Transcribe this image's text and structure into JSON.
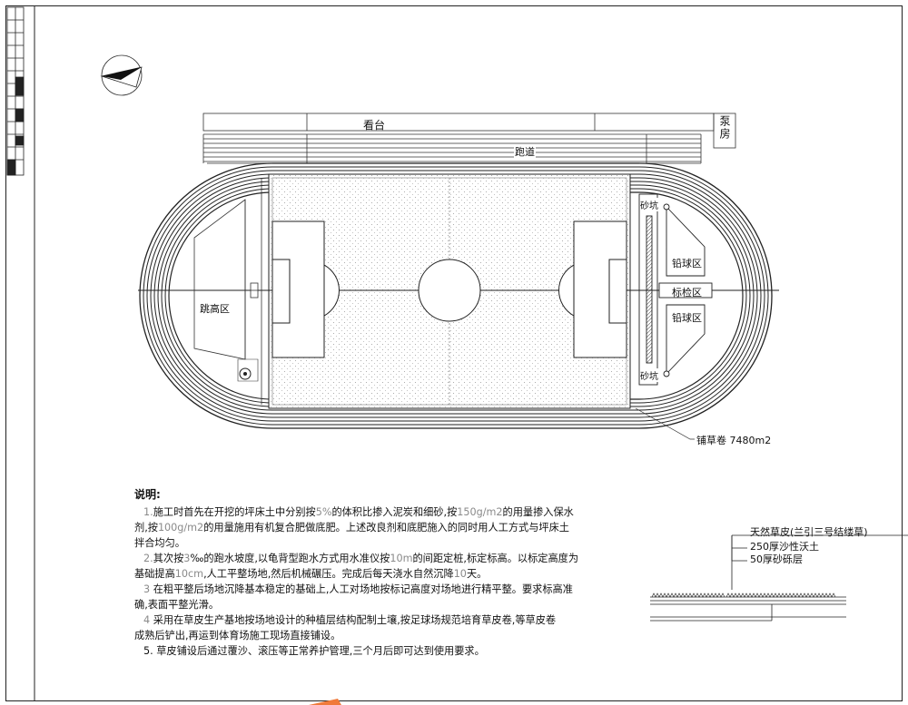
{
  "labels": {
    "stand": "看台",
    "pump_house": "泵房",
    "track": "跑道",
    "high_jump": "跳高区",
    "sand_pit_top": "砂坑",
    "sand_pit_bottom": "砂坑",
    "shot_put_top": "铅球区",
    "shot_put_bottom": "铅球区",
    "checkin": "标检区",
    "turf_area": "铺草卷 7480m2"
  },
  "layers": {
    "l1": "天然草皮(兰引三号结缕草)",
    "l2": "250厚沙性沃土",
    "l3": "50厚砂砾层"
  },
  "notes": {
    "title": "说明:",
    "p1_num": "1.",
    "p1_a": "施工时首先在开挖的坪床土中分别按",
    "p1_b": "5%",
    "p1_c": "的体积比掺入泥炭和细砂,按",
    "p1_d": "150g/m2",
    "p1_e": "的用量掺入保水",
    "p1_f": "剂,按",
    "p1_g": "100g/m2",
    "p1_h": "的用量施用有机复合肥做底肥。上述改良剂和底肥施入的同时用人工方式与坪床土",
    "p1_i": "拌合均匀。",
    "p2_num": "2.",
    "p2_a": "其次按",
    "p2_b": "3",
    "p2_c": "‰的跑水坡度,以龟背型跑水方式用水准仪按",
    "p2_d": "10m",
    "p2_e": "的间距定桩,标定标高。以标定高度为",
    "p2_f": "基础提高",
    "p2_g": "10cm",
    "p2_h": ",人工平整场地,然后机械碾压。完成后每天浇水自然沉降",
    "p2_i": "10",
    "p2_j": "天。",
    "p3_num": "3",
    "p3_a": "在粗平整后场地沉降基本稳定的基础上,人工对场地按标记高度对场地进行精平整。要求标高准",
    "p3_b": "确,表面平整光滑。",
    "p4_num": "4",
    "p4_a": "采用在草皮生产基地按场地设计的种植层结构配制土壤,按足球场规范培育草皮卷,等草皮卷",
    "p4_b": "成熟后铲出,再运到体育场施工现场直接铺设。",
    "p5": "5.  草皮铺设后通过覆沙、滚压等正常养护管理,三个月后即可达到使用要求。"
  }
}
